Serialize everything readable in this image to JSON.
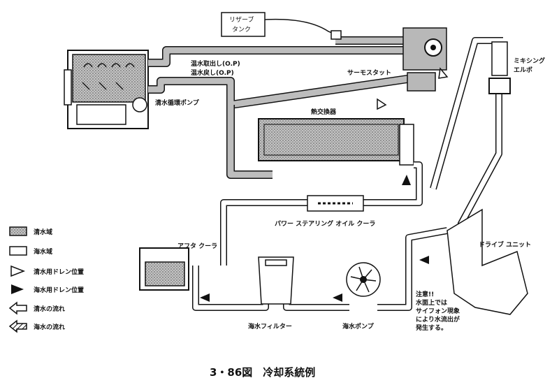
{
  "labels": {
    "reserve_tank": [
      "リザーブ",
      "タンク"
    ],
    "hot_water_outlet": "温水取出し(O.P)",
    "hot_water_return": "温水戻し(O.P)",
    "fresh_water_pump": "清水循環ポンプ",
    "thermostat": "サーモスタット",
    "heat_exchanger": "熱交換器",
    "mixing_elbow": [
      "ミキシング",
      "エルボ"
    ],
    "power_steering_oil_cooler": "パワー ステアリング オイル クーラ",
    "aftercooler": "アフタ クーラ",
    "drive_unit": "ドライブ ユニット",
    "seawater_filter": "海水フィルター",
    "seawater_pump": "海水ポンプ",
    "caution": [
      "注意!!",
      "水面上では",
      "サイフォン現象",
      "により水流出が",
      "発生する。"
    ]
  },
  "legend": [
    {
      "text": "清水域",
      "symbol": "fresh-zone"
    },
    {
      "text": "海水域",
      "symbol": "sea-zone"
    },
    {
      "text": "清水用ドレン位置",
      "symbol": "fresh-drain"
    },
    {
      "text": "海水用ドレン位置",
      "symbol": "sea-drain"
    },
    {
      "text": "清水の流れ",
      "symbol": "fresh-flow"
    },
    {
      "text": "海水の流れ",
      "symbol": "sea-flow"
    }
  ],
  "caption": "3・86図　冷却系統例",
  "colors": {
    "ink": "#111111",
    "fresh_fill": "#b8b8b8",
    "sea_fill": "#ffffff",
    "paper": "#ffffff"
  }
}
